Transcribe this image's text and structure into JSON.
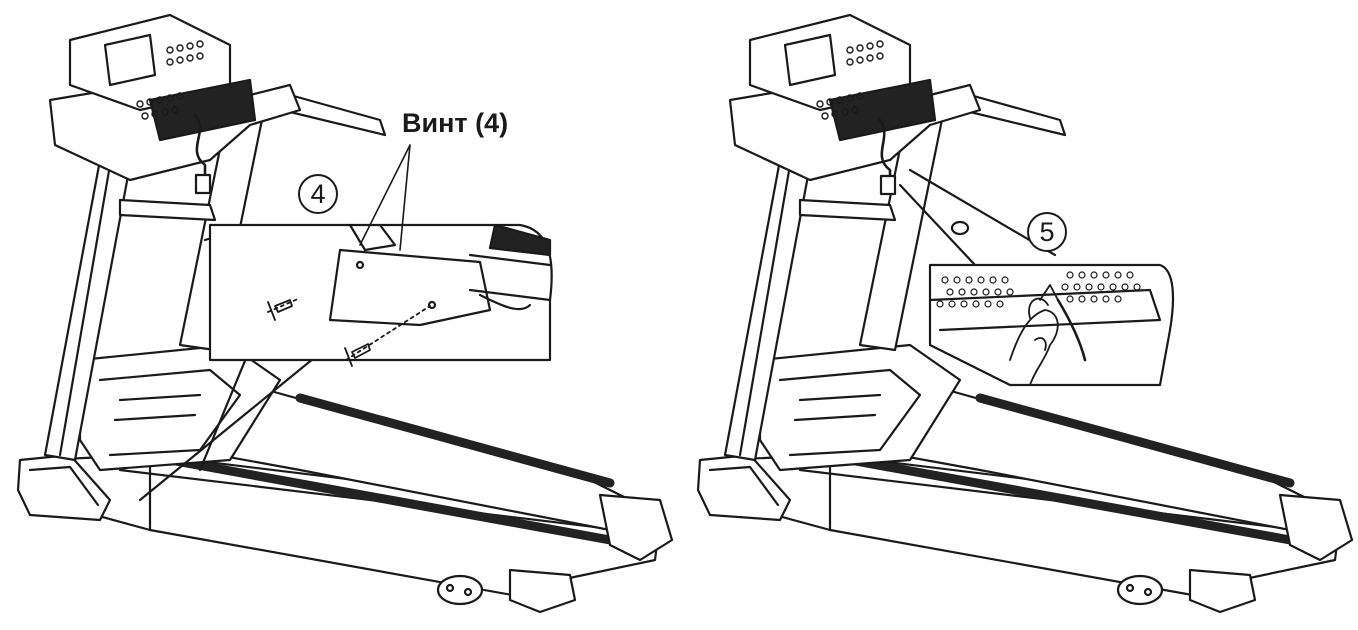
{
  "figure": {
    "screw_label": "Винт (4)",
    "step_4": "4",
    "step_5": "5"
  },
  "colors": {
    "line": "#1a1a1a",
    "belt": "#222222",
    "background": "#ffffff"
  }
}
